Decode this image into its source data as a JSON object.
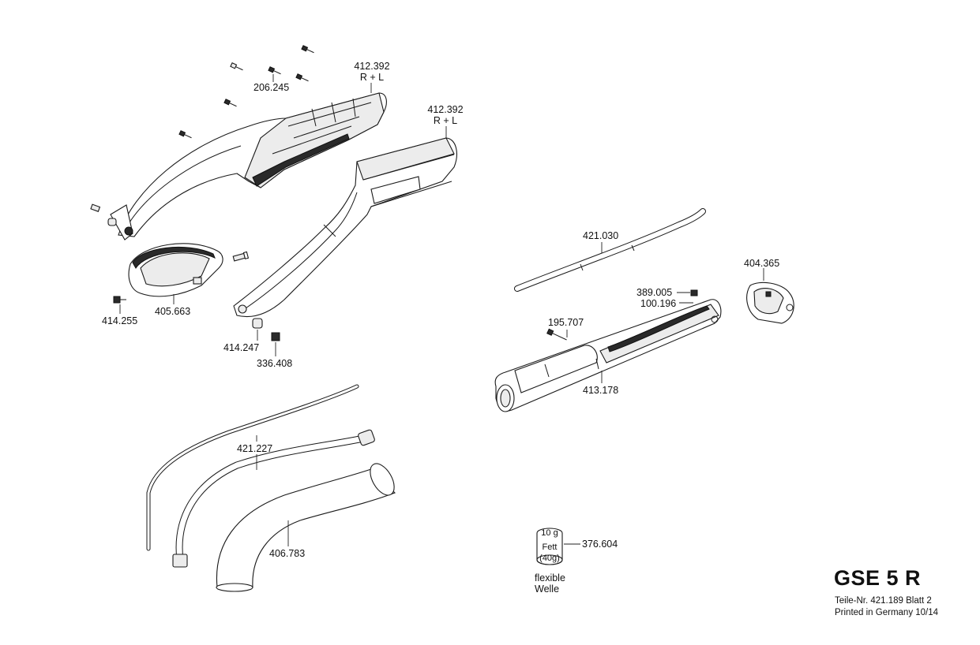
{
  "sheet": {
    "model": "GSE 5 R",
    "parts_number_line": "Teile-Nr. 421.189  Blatt 2",
    "printed_line": "Printed in Germany 10/14"
  },
  "labels": {
    "p206245": "206.245",
    "p412392_top": "412.392",
    "p412392_top_rl": "R + L",
    "p412392_right": "412.392",
    "p412392_right_rl": "R + L",
    "p405663": "405.663",
    "p414255": "414.255",
    "p414247": "414.247",
    "p336408": "336.408",
    "p421030": "421.030",
    "p404365": "404.365",
    "p389005": "389.005",
    "p100196": "100.196",
    "p195707": "195.707",
    "p413178": "413.178",
    "p421227": "421.227",
    "p406783": "406.783",
    "p376604": "376.604"
  },
  "grease_can": {
    "amount": "10 g",
    "label": "Fett",
    "weight": "(40g)"
  },
  "note": {
    "line1": "flexible",
    "line2": "Welle"
  }
}
